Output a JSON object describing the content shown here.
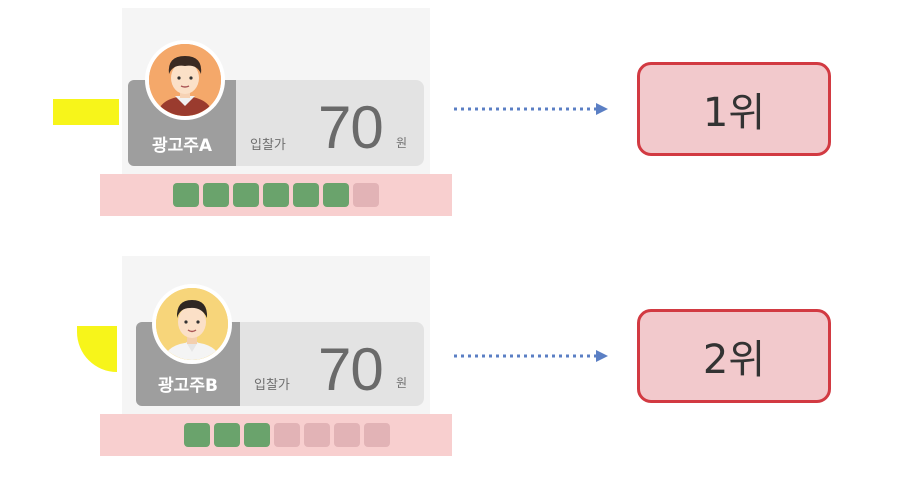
{
  "bid_label": "입찰가",
  "unit_label": "원",
  "advertisers": [
    {
      "name": "광고주A",
      "bid": "70",
      "rank": "1위",
      "gauge_filled": 6,
      "gauge_total": 7
    },
    {
      "name": "광고주B",
      "bid": "70",
      "rank": "2위",
      "gauge_filled": 3,
      "gauge_total": 7
    }
  ],
  "colors": {
    "rank_border": "#d23a42",
    "rank_fill": "#f2c9cc",
    "gauge_on": "#6aa36c",
    "gauge_off": "#e2b3b6",
    "arrow": "#5b7fc4",
    "highlight": "#f7f51a"
  },
  "icons": [
    "avatar-man-curly-hair",
    "avatar-man-suit"
  ]
}
